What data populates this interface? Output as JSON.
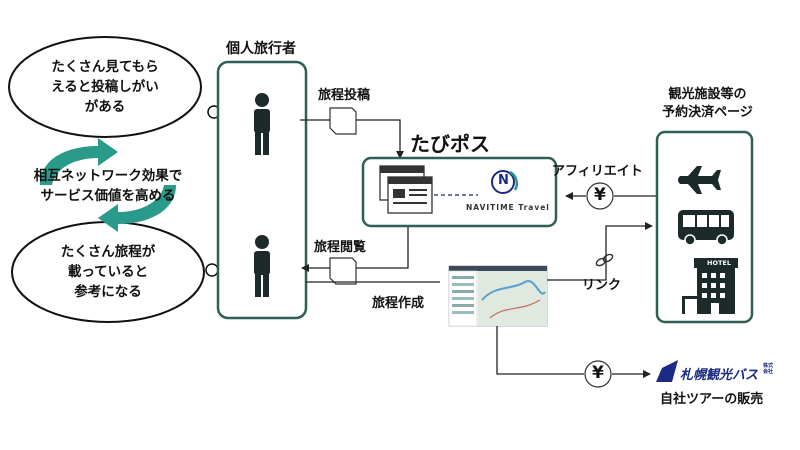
{
  "bubbles": {
    "top": [
      "たくさん見てもら",
      "えると投稿しがい",
      "がある"
    ],
    "middle": [
      "相互ネットワーク効果で",
      "サービス価値を高める"
    ],
    "bottom": [
      "たくさん旅程が",
      "載っていると",
      "参考になる"
    ]
  },
  "traveler": {
    "label": "個人旅行者"
  },
  "flows": {
    "post": "旅程投稿",
    "browse": "旅程閲覧",
    "create": "旅程作成",
    "affiliate": "アフィリエイト",
    "link": "リンク",
    "yen": "¥"
  },
  "service": {
    "title": "たびポス",
    "partner": "NAVITIME Travel",
    "partner_mark": "N"
  },
  "booking": {
    "label_lines": [
      "観光施設等の",
      "予約決済ページ"
    ],
    "hotel_sign": "HOTEL"
  },
  "own_sales": {
    "company": "札幌観光バス",
    "company_small": [
      "株式",
      "会社"
    ],
    "label": "自社ツアーの販売"
  },
  "colors": {
    "box_border": "#2f5f55",
    "teal": "#2a9a8a",
    "dark": "#1c2a2a",
    "navy": "#1b2a83"
  }
}
